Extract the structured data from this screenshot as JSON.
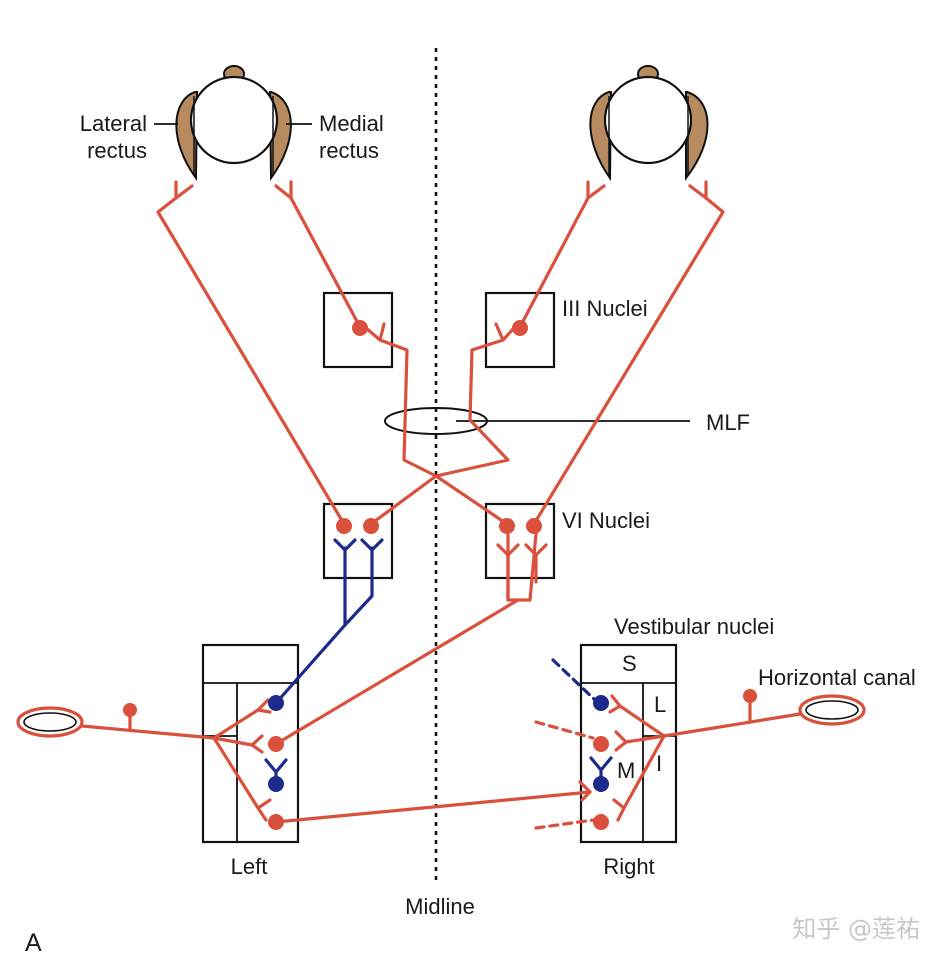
{
  "labels": {
    "lateral_rectus_1": "Lateral",
    "lateral_rectus_2": "rectus",
    "medial_rectus_1": "Medial",
    "medial_rectus_2": "rectus",
    "iii_nuclei": "III Nuclei",
    "mlf": "MLF",
    "vi_nuclei": "VI Nuclei",
    "vestibular_nuclei": "Vestibular nuclei",
    "horizontal_canal": "Horizontal canal",
    "nucleus_s": "S",
    "nucleus_l": "L",
    "nucleus_m": "M",
    "nucleus_i": "I",
    "left": "Left",
    "right": "Right",
    "midline": "Midline",
    "panel": "A"
  },
  "watermark": "知乎 @莲祐",
  "colors": {
    "excitatory": "#d9503c",
    "inhibitory": "#1c2a8c",
    "muscle": "#b88a60"
  }
}
